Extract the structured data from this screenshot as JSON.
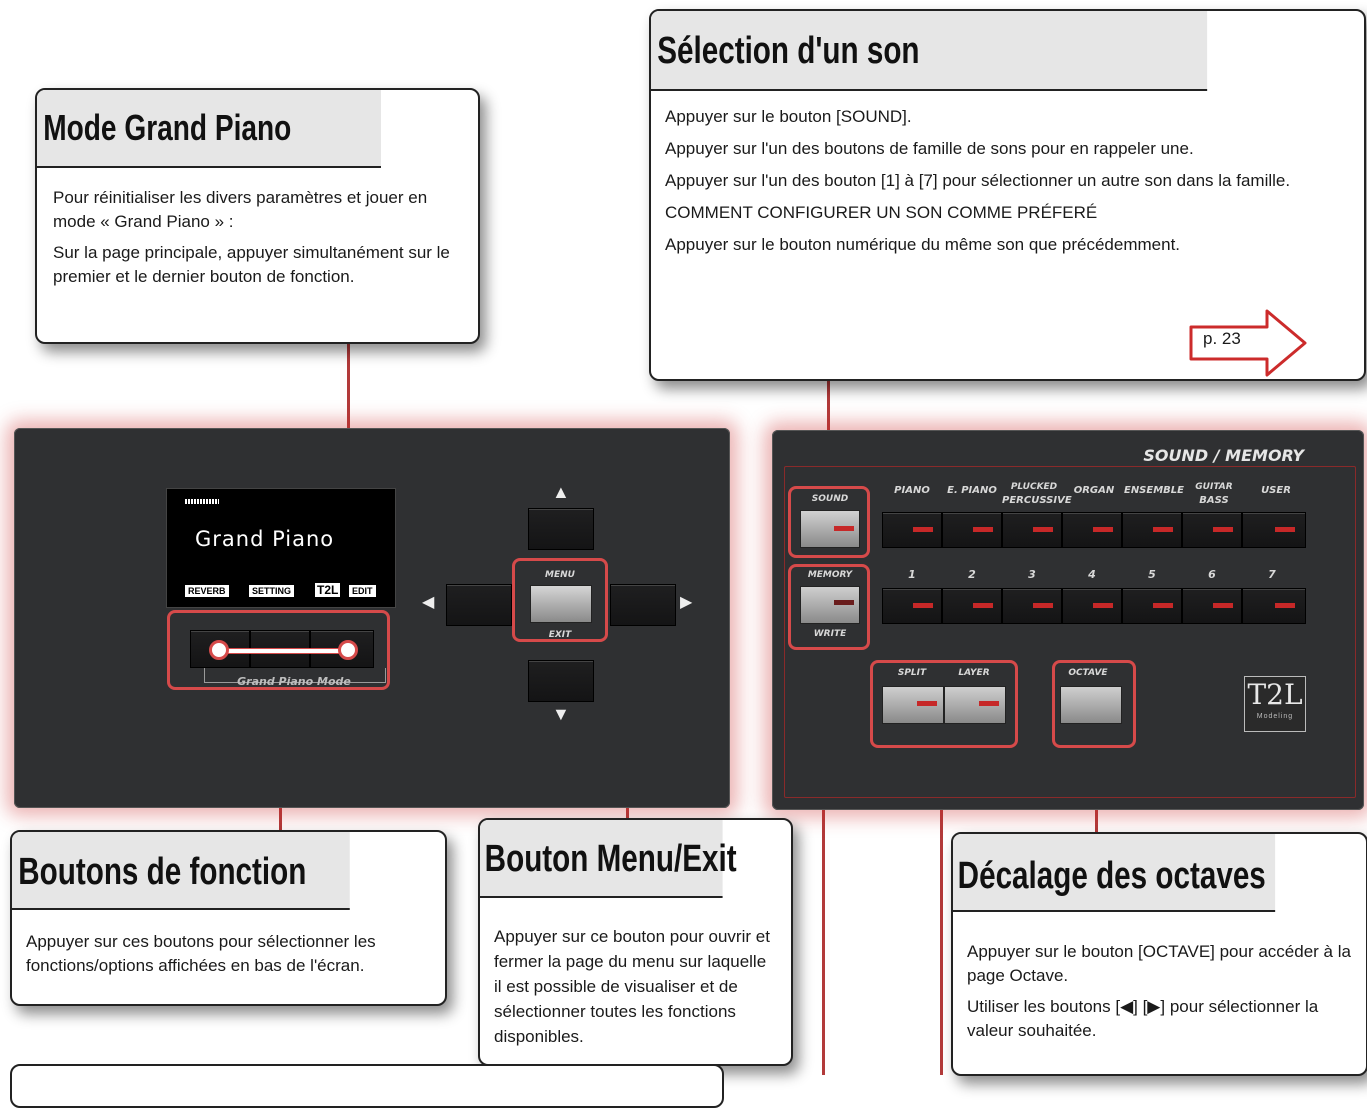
{
  "grand_piano": {
    "title": "Mode Grand Piano",
    "p1": "Pour réinitialiser les divers paramètres et jouer en mode « Grand Piano » :",
    "p2": "Sur la page principale, appuyer simultanément sur le premier et le dernier bouton de fonction."
  },
  "sound_select": {
    "title": "Sélection d'un son",
    "p1": "Appuyer sur le bouton [SOUND].",
    "p2": "Appuyer sur l'un des boutons de famille de sons pour en rappeler une.",
    "p3": "Appuyer sur l'un des bouton [1] à [7] pour sélectionner un autre son dans la famille.",
    "p4": "COMMENT CONFIGURER UN SON COMME PRÉFERÉ",
    "p5": "Appuyer sur le bouton numérique du même son que précédemment.",
    "page_ref": "p. 23"
  },
  "function_buttons": {
    "title": "Boutons de fonction",
    "p1": "Appuyer sur ces boutons pour sélectionner les fonctions/options affichées en bas de l'écran."
  },
  "menu_exit": {
    "title": "Bouton Menu/Exit",
    "p1": "Appuyer sur ce bouton pour ouvrir et fermer la page du menu sur laquelle il est possible de visualiser et de sélectionner toutes les fonctions disponibles."
  },
  "octave": {
    "title": "Décalage des octaves",
    "p1": "Appuyer sur le bouton [OCTAVE] pour accéder à la page Octave.",
    "p2": "Utiliser les boutons [◀] [▶] pour sélectionner la valeur souhaitée."
  },
  "display": {
    "screen_text": "Grand Piano",
    "soft1": "REVERB",
    "soft2": "SETTING",
    "logo": "T2L",
    "soft3": "EDIT",
    "mode_label": "Grand Piano Mode"
  },
  "nav": {
    "up": "▲",
    "down": "▼",
    "left": "◀",
    "right": "▶",
    "menu": "MENU",
    "exit": "EXIT"
  },
  "sound_panel": {
    "heading": "SOUND / MEMORY",
    "sound": "SOUND",
    "memory": "MEMORY",
    "write": "WRITE",
    "families": [
      {
        "line1": "",
        "line2": "PIANO"
      },
      {
        "line1": "",
        "line2": "E. PIANO"
      },
      {
        "line1": "PLUCKED",
        "line2": "PERCUSSIVE"
      },
      {
        "line1": "",
        "line2": "ORGAN"
      },
      {
        "line1": "",
        "line2": "ENSEMBLE"
      },
      {
        "line1": "GUITAR",
        "line2": "BASS"
      },
      {
        "line1": "",
        "line2": "USER"
      }
    ],
    "numbers": [
      "1",
      "2",
      "3",
      "4",
      "5",
      "6",
      "7"
    ],
    "split": "SPLIT",
    "layer": "LAYER",
    "octave": "OCTAVE",
    "logo": "T2L",
    "logo_sub": "Modeling"
  }
}
